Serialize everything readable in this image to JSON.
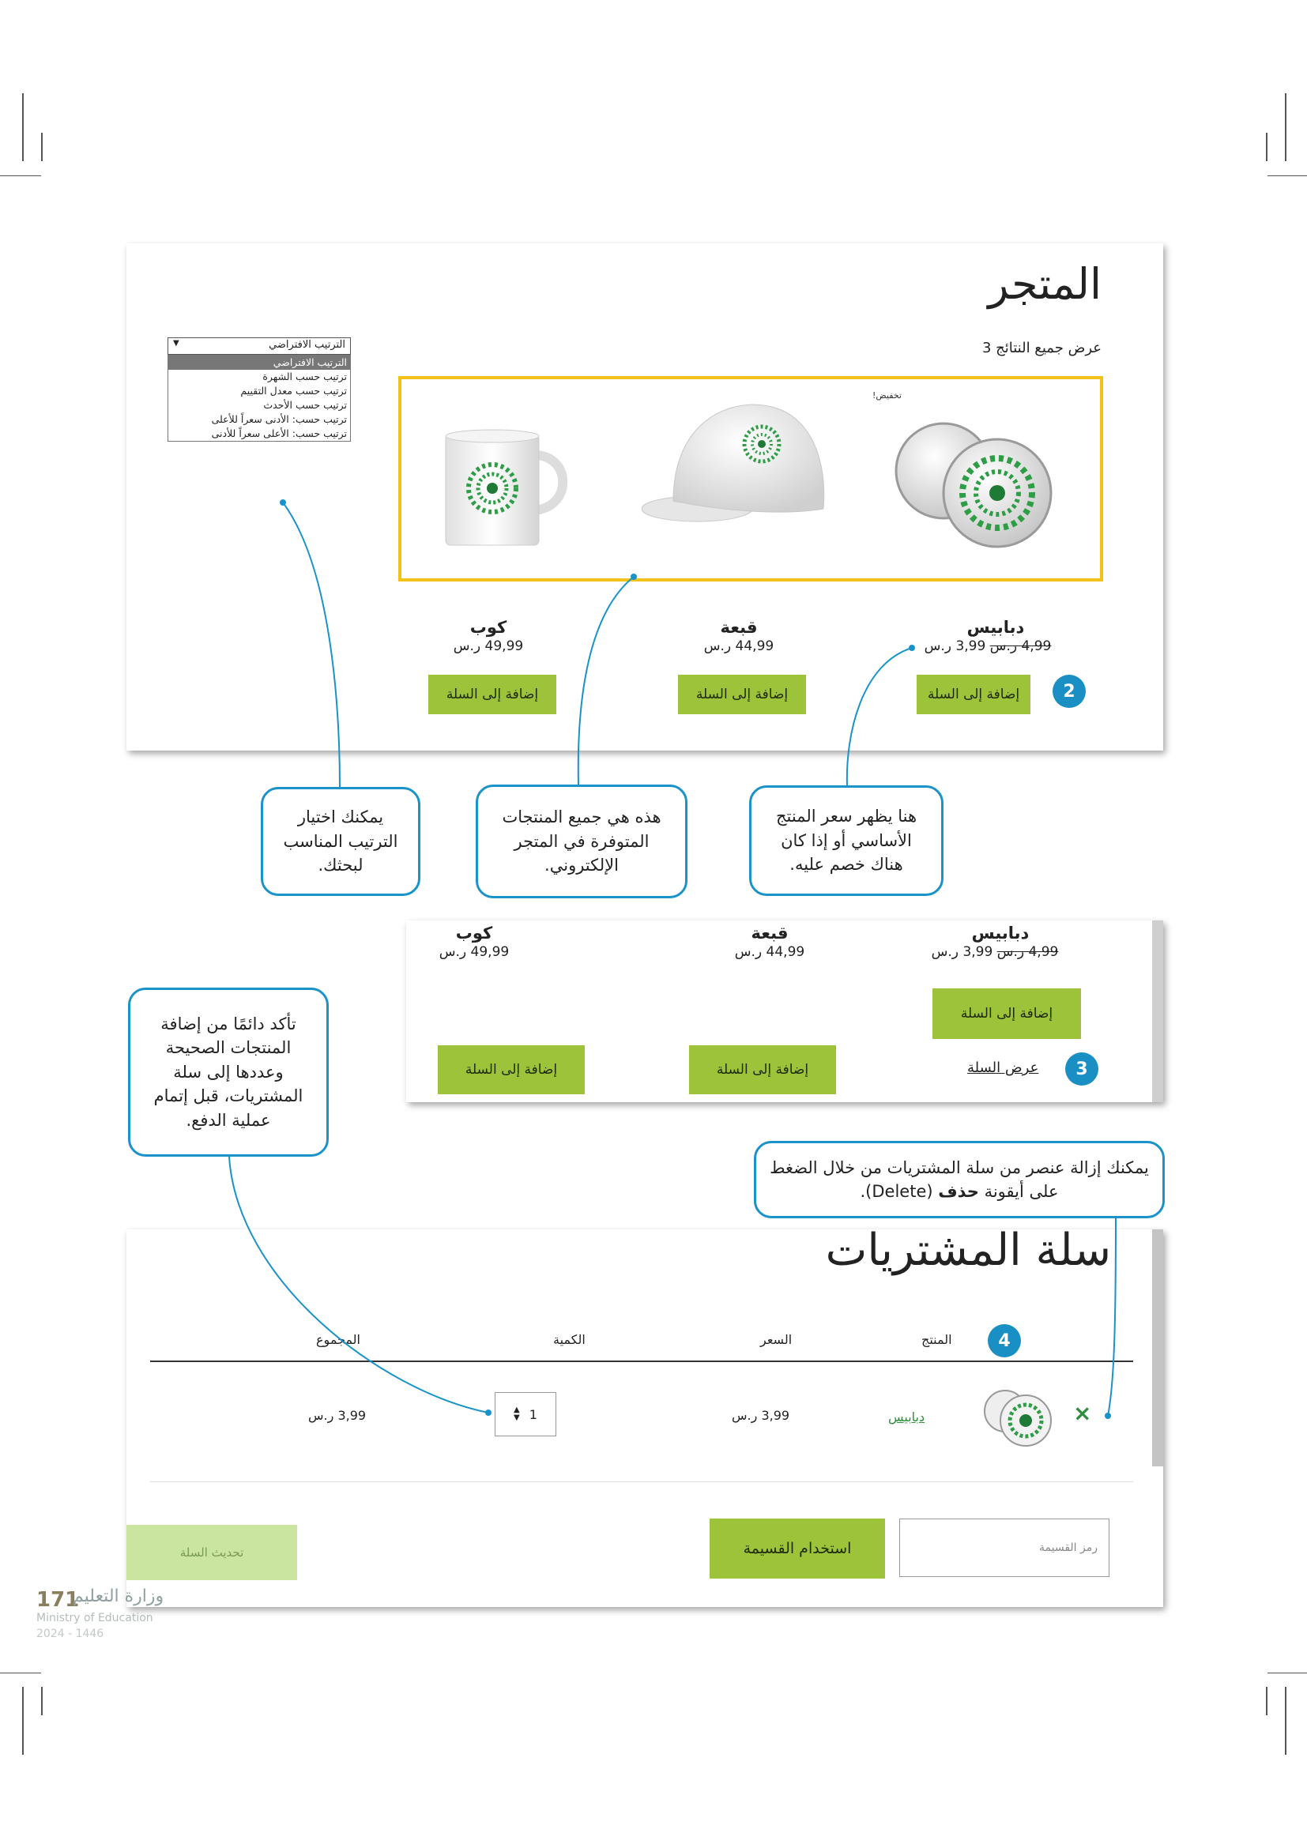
{
  "store": {
    "title": "المتجر",
    "results_text": "عرض جميع النتائج 3",
    "sort_selected": "الترتيب الافتراضي",
    "sort_options": [
      "الترتيب الافتراضي",
      "ترتيب حسب الشهرة",
      "ترتيب حسب معدل التقييم",
      "ترتيب حسب الأحدث",
      "ترتيب حسب: الأدنى سعراً للأعلى",
      "ترتيب حسب: الأعلى سعراً للأدنى"
    ],
    "sale_badge": "تخفيض!",
    "products": [
      {
        "name": "دبابيس",
        "old_price": "4,99 ر.س",
        "price": "3,99 ر.س",
        "button": "إضافة إلى السلة"
      },
      {
        "name": "قبعة",
        "price": "44,99 ر.س",
        "button": "إضافة إلى السلة"
      },
      {
        "name": "كوب",
        "price": "49,99 ر.س",
        "button": "إضافة إلى السلة"
      }
    ]
  },
  "markers": {
    "m2": "2",
    "m3": "3",
    "m4": "4"
  },
  "callouts": {
    "sort": "يمكنك اختيار الترتيب المناسب لبحثك.",
    "products": "هذه هي جميع المنتجات المتوفرة في المتجر الإلكتروني.",
    "price": "هنا يظهر سعر المنتج الأساسي أو إذا كان هناك خصم عليه.",
    "check": "تأكد دائمًا من إضافة المنتجات الصحيحة وعددها إلى سلة المشتريات، قبل إتمام عملية الدفع.",
    "delete_prefix": "يمكنك إزالة عنصر من سلة المشتريات من خلال الضغط على أيقونة ",
    "delete_bold": "حذف",
    "delete_suffix": " (Delete)."
  },
  "panel2": {
    "view_cart": "عرض السلة"
  },
  "cart": {
    "title": "سلة المشتريات",
    "headers": {
      "product": "المنتج",
      "price": "السعر",
      "quantity": "الكمية",
      "total": "المجموع"
    },
    "row": {
      "remove": "×",
      "name": "دبابيس",
      "price": "3,99 ر.س",
      "quantity": "1",
      "total": "3,99 ر.س"
    },
    "coupon_placeholder": "رمز القسيمة",
    "apply_coupon": "استخدام القسيمة",
    "update_cart": "تحديث السلة"
  },
  "footer": {
    "page": "171",
    "ministry_ar": "وزارة التعليم",
    "ministry_en": "Ministry of Education",
    "year": "2024 - 1446"
  },
  "colors": {
    "accent": "#1a93c8",
    "button_green": "#9cc33a",
    "highlight": "#f2c21b",
    "logo_green": "#2e9e46"
  }
}
